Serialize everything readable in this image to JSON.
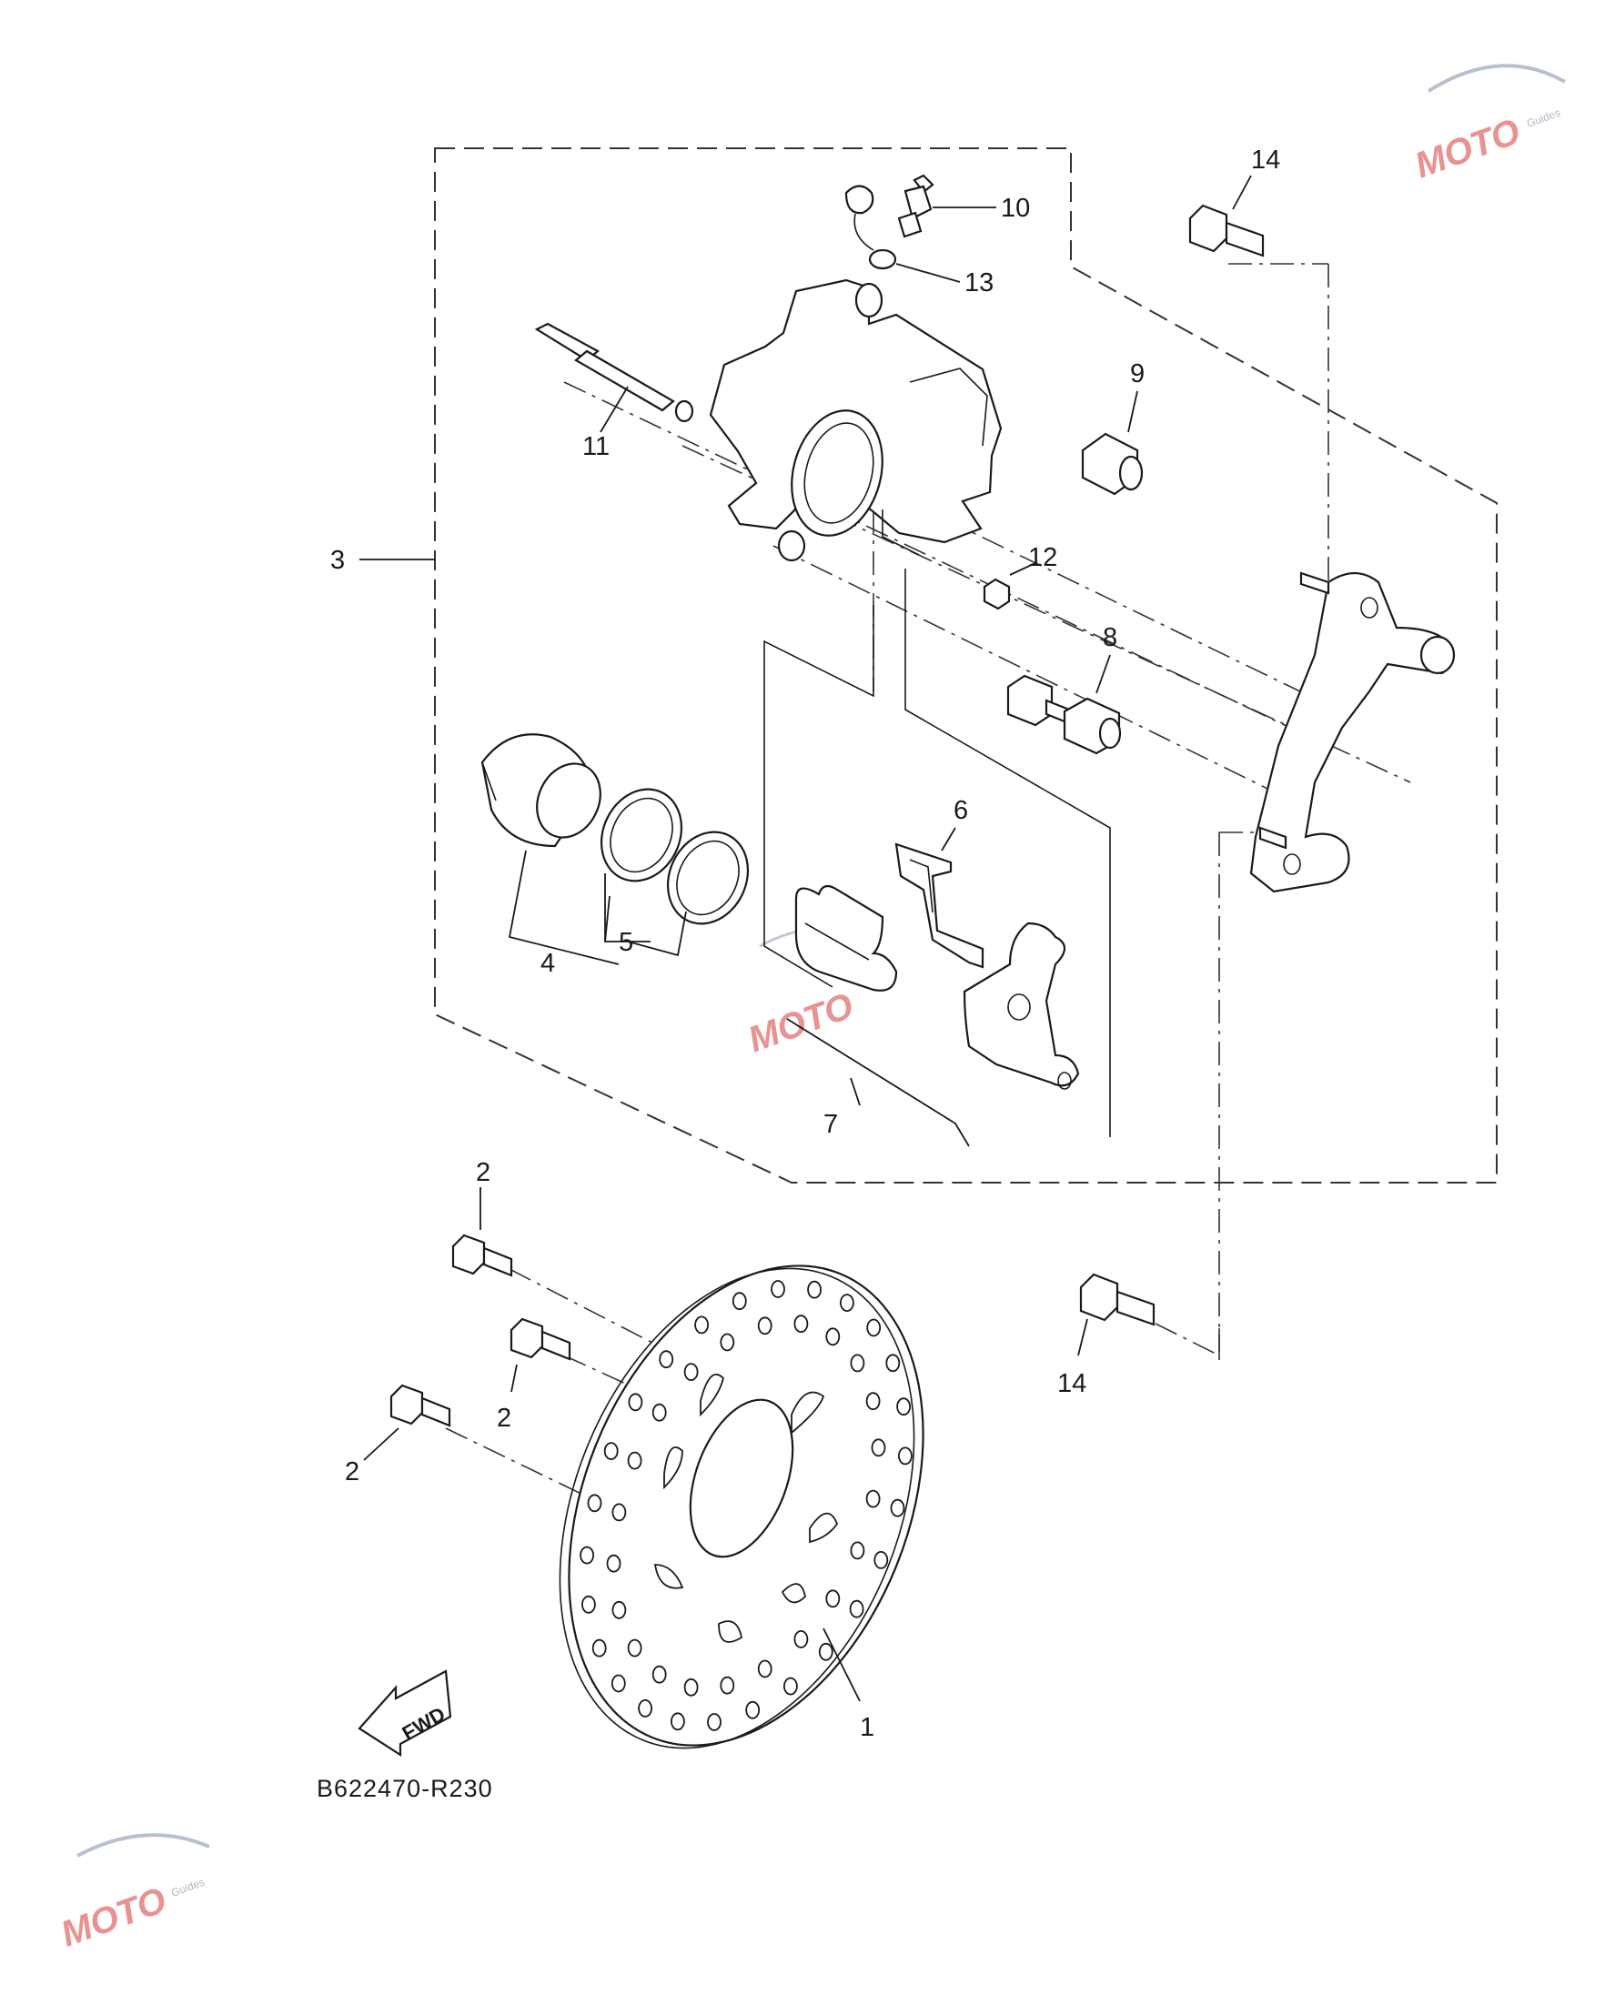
{
  "diagram": {
    "labels": [
      {
        "id": "1",
        "text": "1"
      },
      {
        "id": "2a",
        "text": "2"
      },
      {
        "id": "2b",
        "text": "2"
      },
      {
        "id": "2c",
        "text": "2"
      },
      {
        "id": "3",
        "text": "3"
      },
      {
        "id": "4",
        "text": "4"
      },
      {
        "id": "5",
        "text": "5"
      },
      {
        "id": "6",
        "text": "6"
      },
      {
        "id": "7",
        "text": "7"
      },
      {
        "id": "8",
        "text": "8"
      },
      {
        "id": "9",
        "text": "9"
      },
      {
        "id": "10",
        "text": "10"
      },
      {
        "id": "11",
        "text": "11"
      },
      {
        "id": "12",
        "text": "12"
      },
      {
        "id": "13",
        "text": "13"
      },
      {
        "id": "14a",
        "text": "14"
      },
      {
        "id": "14b",
        "text": "14"
      }
    ],
    "diagram_code": "B622470-R230",
    "fwd_label": "FWD",
    "watermark_text": "MOTO",
    "watermark_sub": "Guides",
    "colors": {
      "line": "#1a1a1a",
      "watermark": "#d63a3a",
      "watermark_accent": "#9aa5b8"
    }
  }
}
